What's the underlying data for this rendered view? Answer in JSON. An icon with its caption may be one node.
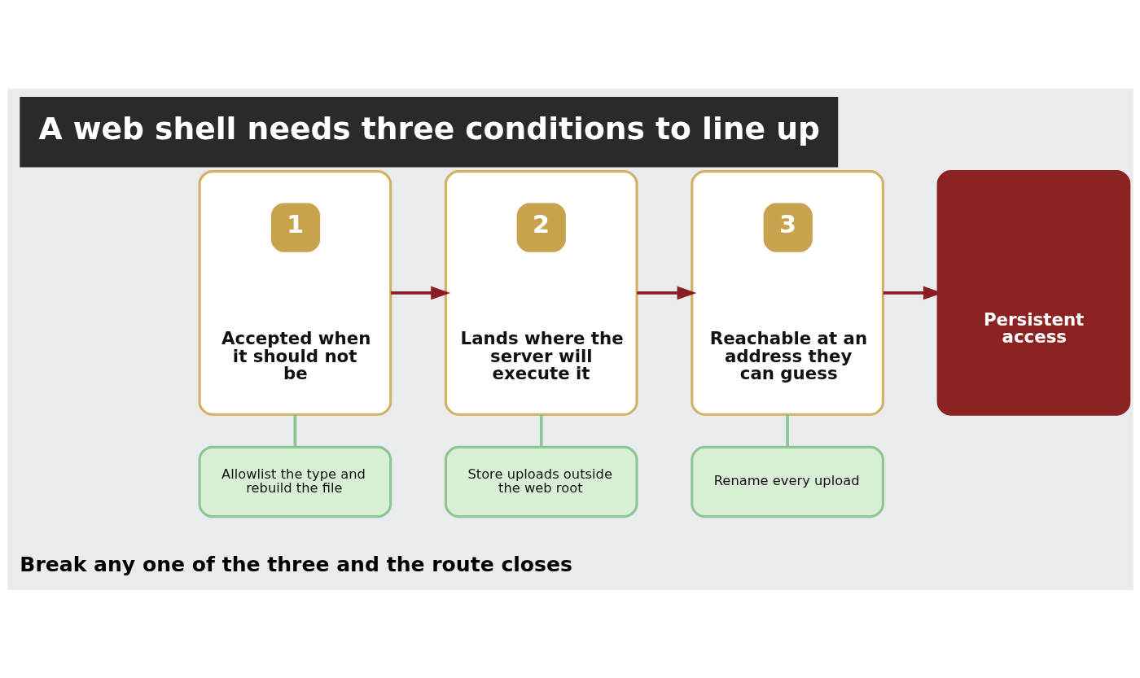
{
  "diagram": {
    "title": "A web shell needs three conditions to line up",
    "caption": "Break any one of the three and the route closes",
    "nodes": [
      {
        "text": [
          "1",
          "Accepted when it should not be"
        ]
      },
      {
        "text": [
          "2",
          "Lands where the server will execute it"
        ]
      },
      {
        "text": [
          "3",
          "Reachable at an address they can guess"
        ]
      },
      {
        "text": [
          "Persistent access"
        ]
      },
      {
        "text": [
          "Allowlist the type and rebuild the file"
        ]
      },
      {
        "text": [
          "Store uploads outside the web root"
        ]
      },
      {
        "text": [
          "Rename every upload"
        ]
      }
    ],
    "edges": [
      {
        "from": 0,
        "to": 1,
        "arrow": "to",
        "color": "#8b1e22"
      },
      {
        "from": 1,
        "to": 2,
        "arrow": "to",
        "color": "#8b1e22"
      },
      {
        "from": 2,
        "to": 3,
        "arrow": "to",
        "color": "#8b1e22"
      },
      {
        "from": 0,
        "to": 4,
        "arrow": "none",
        "color": "#8ec593"
      },
      {
        "from": 1,
        "to": 5,
        "arrow": "none",
        "color": "#8ec593"
      },
      {
        "from": 2,
        "to": 6,
        "arrow": "none",
        "color": "#8ec593"
      }
    ]
  }
}
